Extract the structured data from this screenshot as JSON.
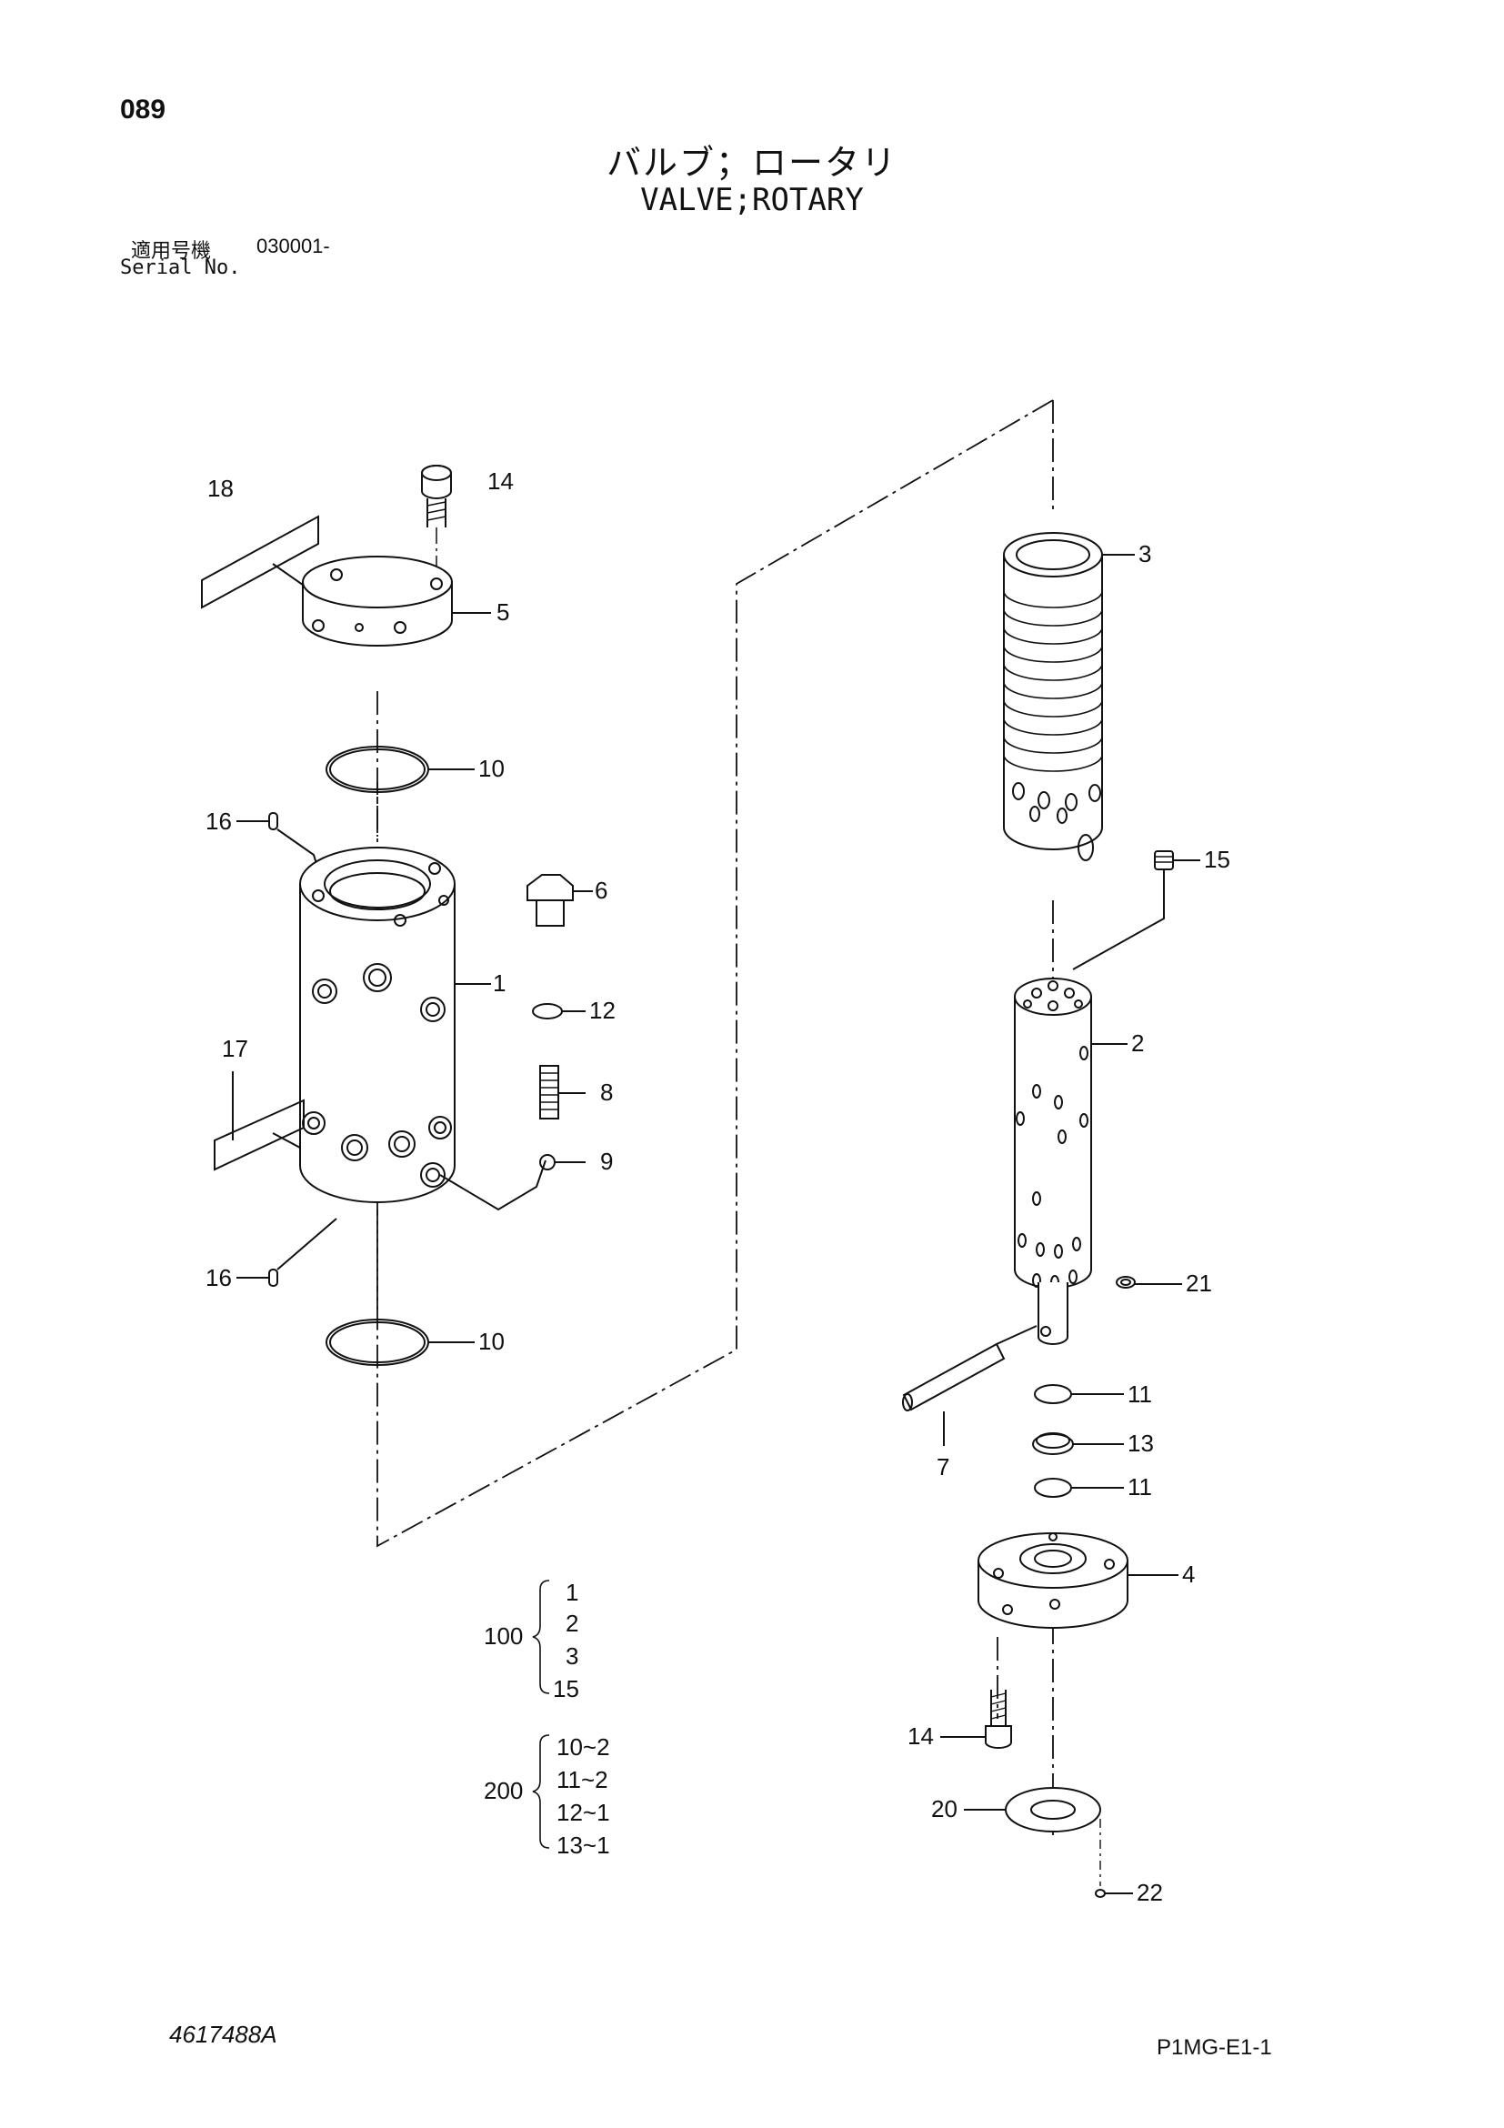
{
  "page_number": "089",
  "title_jp": "バルブ；ロータリ",
  "title_en": "VALVE;ROTARY",
  "serial_label_jp": "適用号機",
  "serial_value": "030001-",
  "serial_label_en": "Serial No.",
  "doc_code": "4617488A",
  "ref_code": "P1MG-E1-1",
  "callouts": {
    "c1": "1",
    "c2": "2",
    "c3": "3",
    "c4": "4",
    "c5": "5",
    "c6": "6",
    "c7": "7",
    "c8": "8",
    "c9": "9",
    "c10_top": "10",
    "c10_bottom": "10",
    "c11_top": "11",
    "c11_bottom": "11",
    "c12": "12",
    "c13": "13",
    "c14_top": "14",
    "c14_bottom": "14",
    "c15": "15",
    "c16_top": "16",
    "c16_bottom": "16",
    "c17": "17",
    "c18": "18",
    "c20": "20",
    "c21": "21",
    "c22": "22"
  },
  "kits": [
    {
      "id": "100",
      "items": [
        "1",
        "2",
        "3",
        "15"
      ]
    },
    {
      "id": "200",
      "items": [
        "10~2",
        "11~2",
        "12~1",
        "13~1"
      ]
    }
  ]
}
